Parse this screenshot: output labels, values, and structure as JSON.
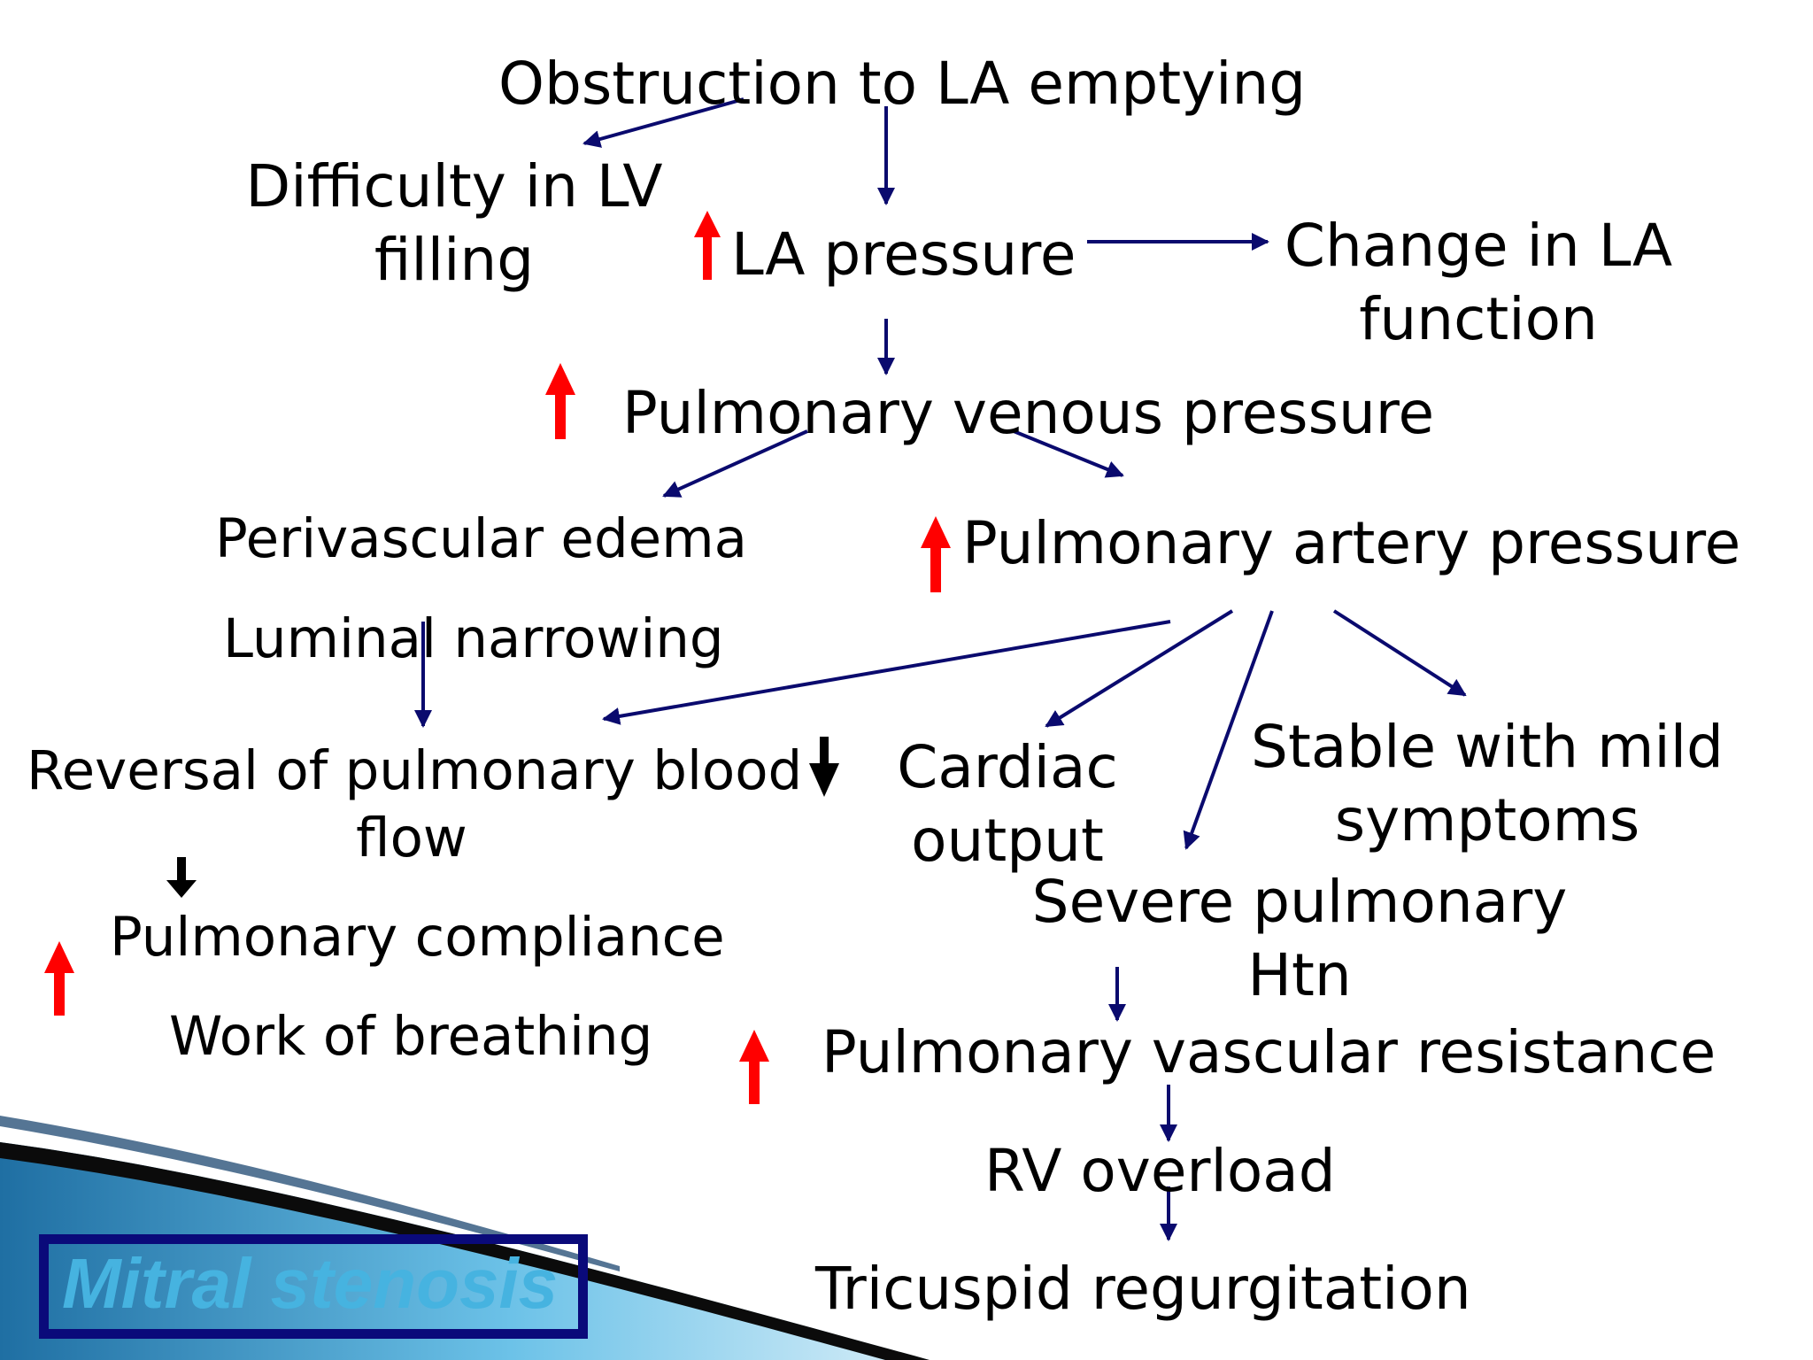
{
  "diagram": {
    "nodes": {
      "obstruction": "Obstruction to LA emptying",
      "lv_filling_l1": "Difficulty in LV",
      "lv_filling_l2": "filling",
      "la_pressure": "LA pressure",
      "la_function_l1": "Change in LA",
      "la_function_l2": "function",
      "pulm_venous": "Pulmonary venous pressure",
      "perivascular": "Perivascular edema",
      "luminal": "Luminal narrowing",
      "pulm_artery": "Pulmonary artery pressure",
      "reversal_l1": "Reversal of pulmonary blood",
      "reversal_l2": "flow",
      "cardiac_l1": "Cardiac",
      "cardiac_l2": "output",
      "stable_l1": "Stable with mild",
      "stable_l2": "symptoms",
      "severe_l1": "Severe pulmonary",
      "severe_l2": "Htn",
      "compliance": "Pulmonary compliance",
      "breathing": "Work of breathing",
      "pvr": "Pulmonary vascular resistance",
      "rv_overload": "RV overload",
      "tricuspid": "Tricuspid regurgitation"
    },
    "footer_label": "Mitral stenosis"
  },
  "colors": {
    "flow_arrow": "#0a0a6e",
    "increase_arrow": "#ff0000",
    "decrease_arrow": "#000000",
    "footer_text": "#46b3e0",
    "footer_border": "#0a0a7a"
  },
  "icons": {
    "increase": "red-up-arrow-icon",
    "decrease": "black-down-arrow-icon"
  }
}
